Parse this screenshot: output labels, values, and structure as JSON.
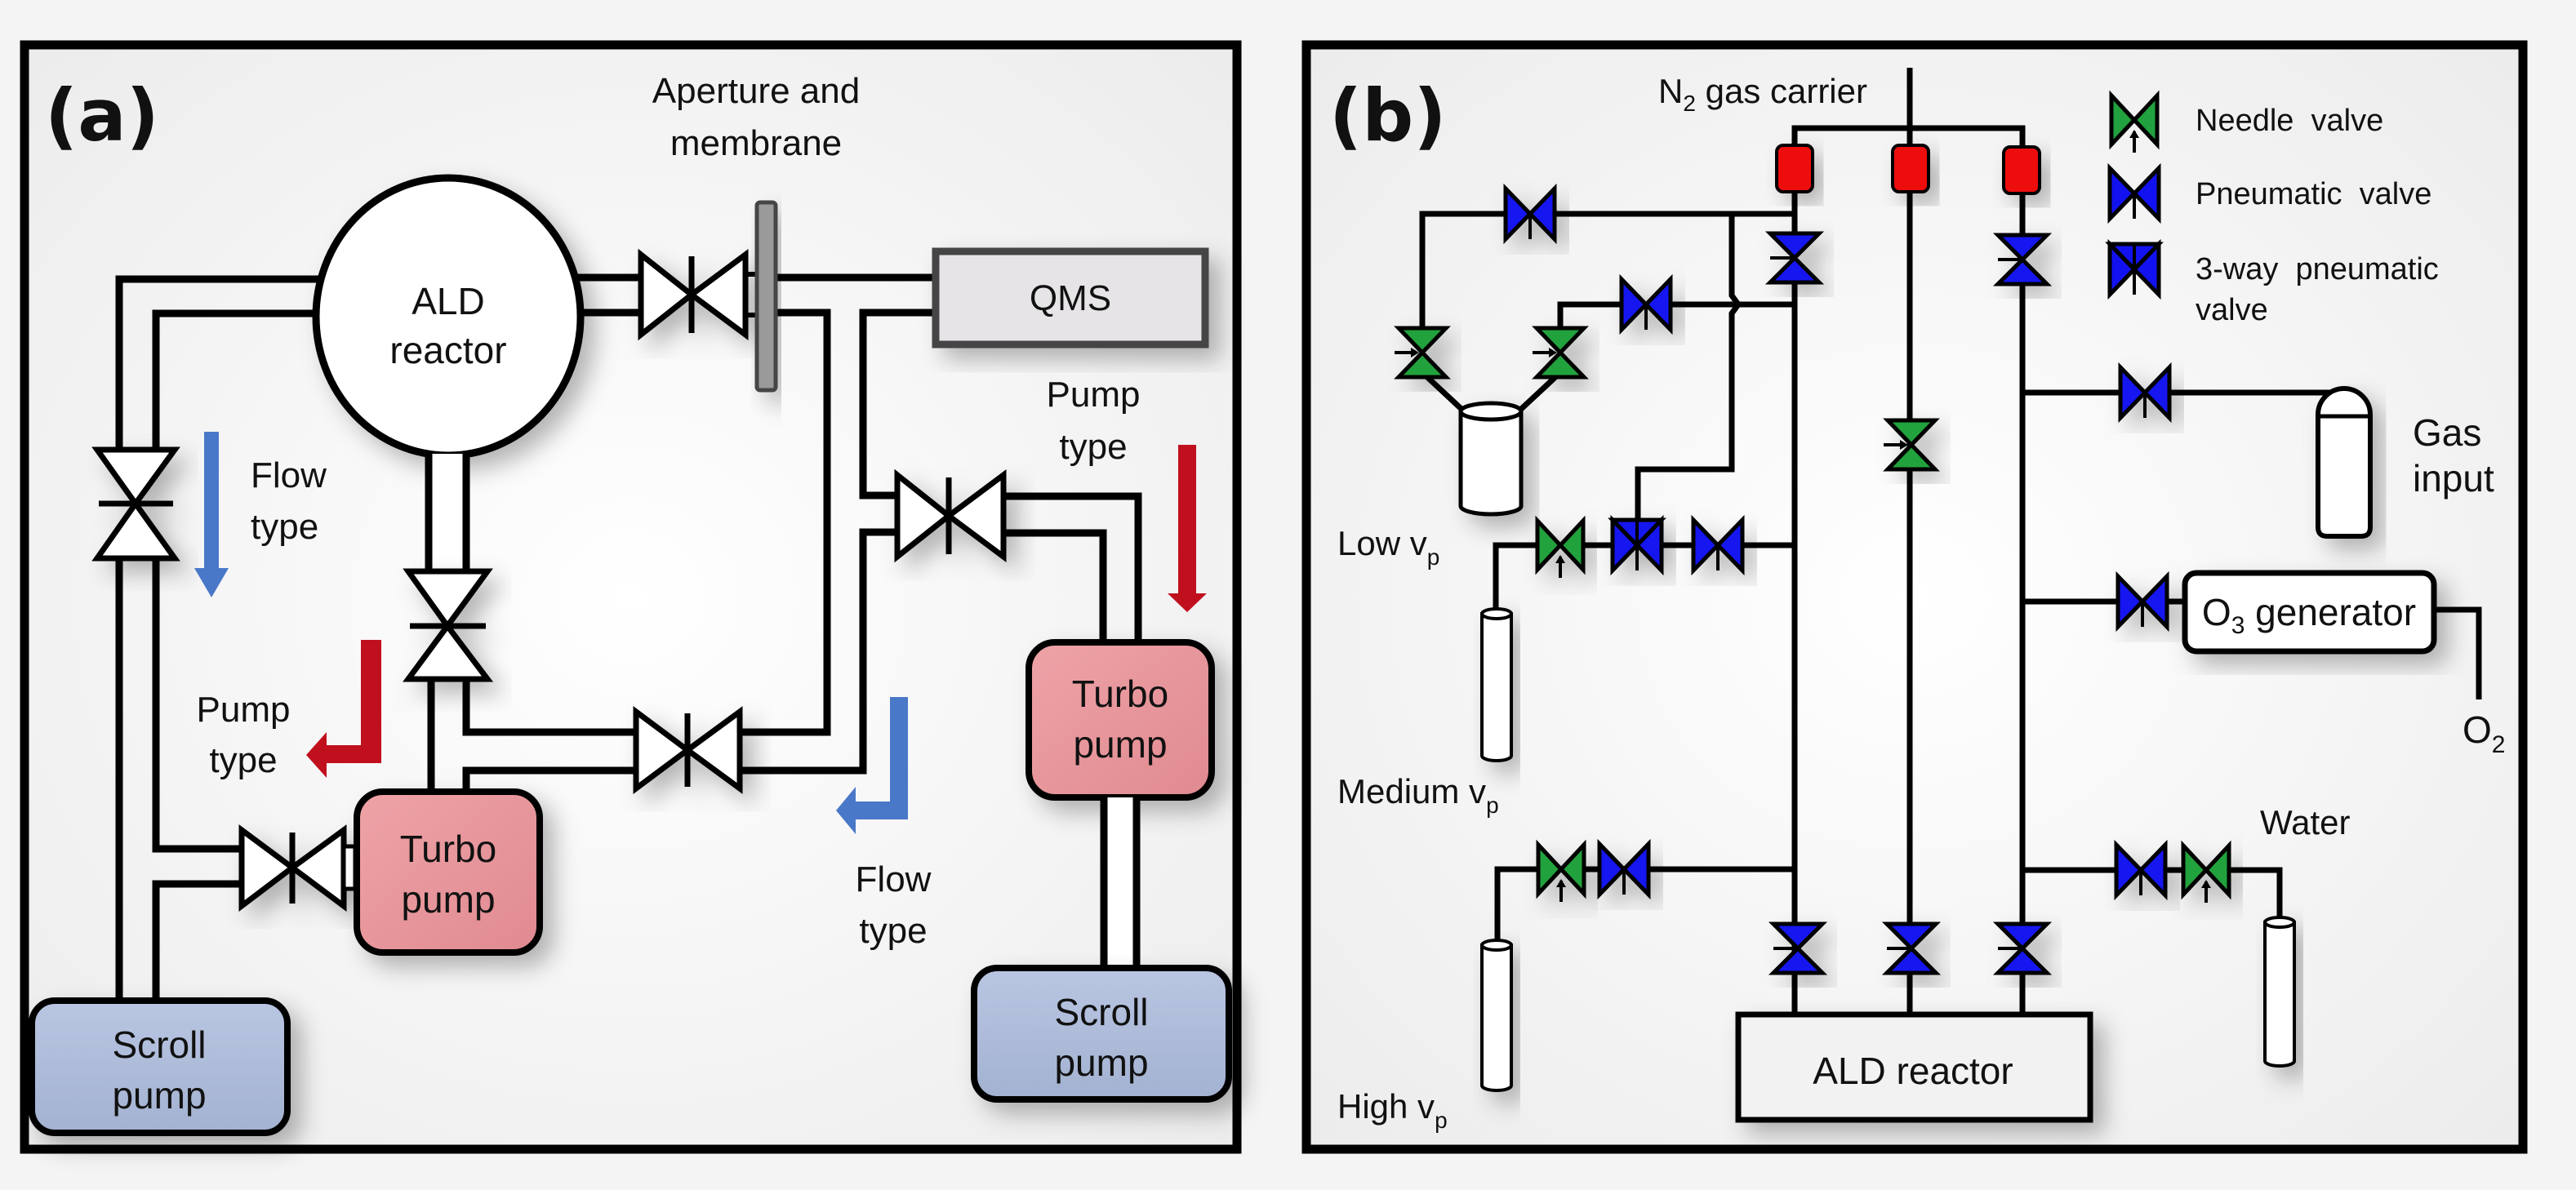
{
  "panel_a": {
    "label": "(a)",
    "reactor": {
      "line1": "ALD",
      "line2": "reactor"
    },
    "aperture": {
      "line1": "Aperture and",
      "line2": "membrane"
    },
    "qms": "QMS",
    "turbo_left": {
      "line1": "Turbo",
      "line2": "pump"
    },
    "turbo_right": {
      "line1": "Turbo",
      "line2": "pump"
    },
    "scroll_left": {
      "line1": "Scroll",
      "line2": "pump"
    },
    "scroll_right": {
      "line1": "Scroll",
      "line2": "pump"
    },
    "flow_type_top": {
      "line1": "Flow",
      "line2": "type"
    },
    "flow_type_bottom": {
      "line1": "Flow",
      "line2": "type"
    },
    "pump_type_left": {
      "line1": "Pump",
      "line2": "type"
    },
    "pump_type_right": {
      "line1": "Pump",
      "line2": "type"
    }
  },
  "panel_b": {
    "label": "(b)",
    "n2": {
      "main": "N",
      "sub": "2",
      "rest": " gas carrier"
    },
    "legend": [
      {
        "icon": "needle-valve-icon",
        "label": "Needle  valve"
      },
      {
        "icon": "pneumatic-valve-icon",
        "label": "Pneumatic  valve"
      },
      {
        "icon": "three-way-pneumatic-valve-icon",
        "label": "3-way  pneumatic",
        "label2": "valve"
      }
    ],
    "low_vp": {
      "main": "Low v",
      "sub": "p"
    },
    "medium_vp": {
      "main": "Medium v",
      "sub": "p"
    },
    "high_vp": {
      "main": "High v",
      "sub": "p"
    },
    "gas_input": {
      "line1": "Gas",
      "line2": "input"
    },
    "o3_generator": {
      "main": "O",
      "sub": "3",
      "rest": " generator"
    },
    "o2": {
      "main": "O",
      "sub": "2"
    },
    "water": "Water",
    "reactor": "ALD reactor"
  },
  "colors": {
    "needle_valve": "#22a23e",
    "pneumatic_valve": "#1212f0",
    "filter_block": "#ee1111",
    "turbo_pump": "#e8959a",
    "scroll_pump": "#aab8d6",
    "qms": "#e6e4e6",
    "membrane": "#9a9a9a",
    "pump_type_arrow": "#c0101e",
    "flow_type_arrow": "#4a78c8"
  }
}
